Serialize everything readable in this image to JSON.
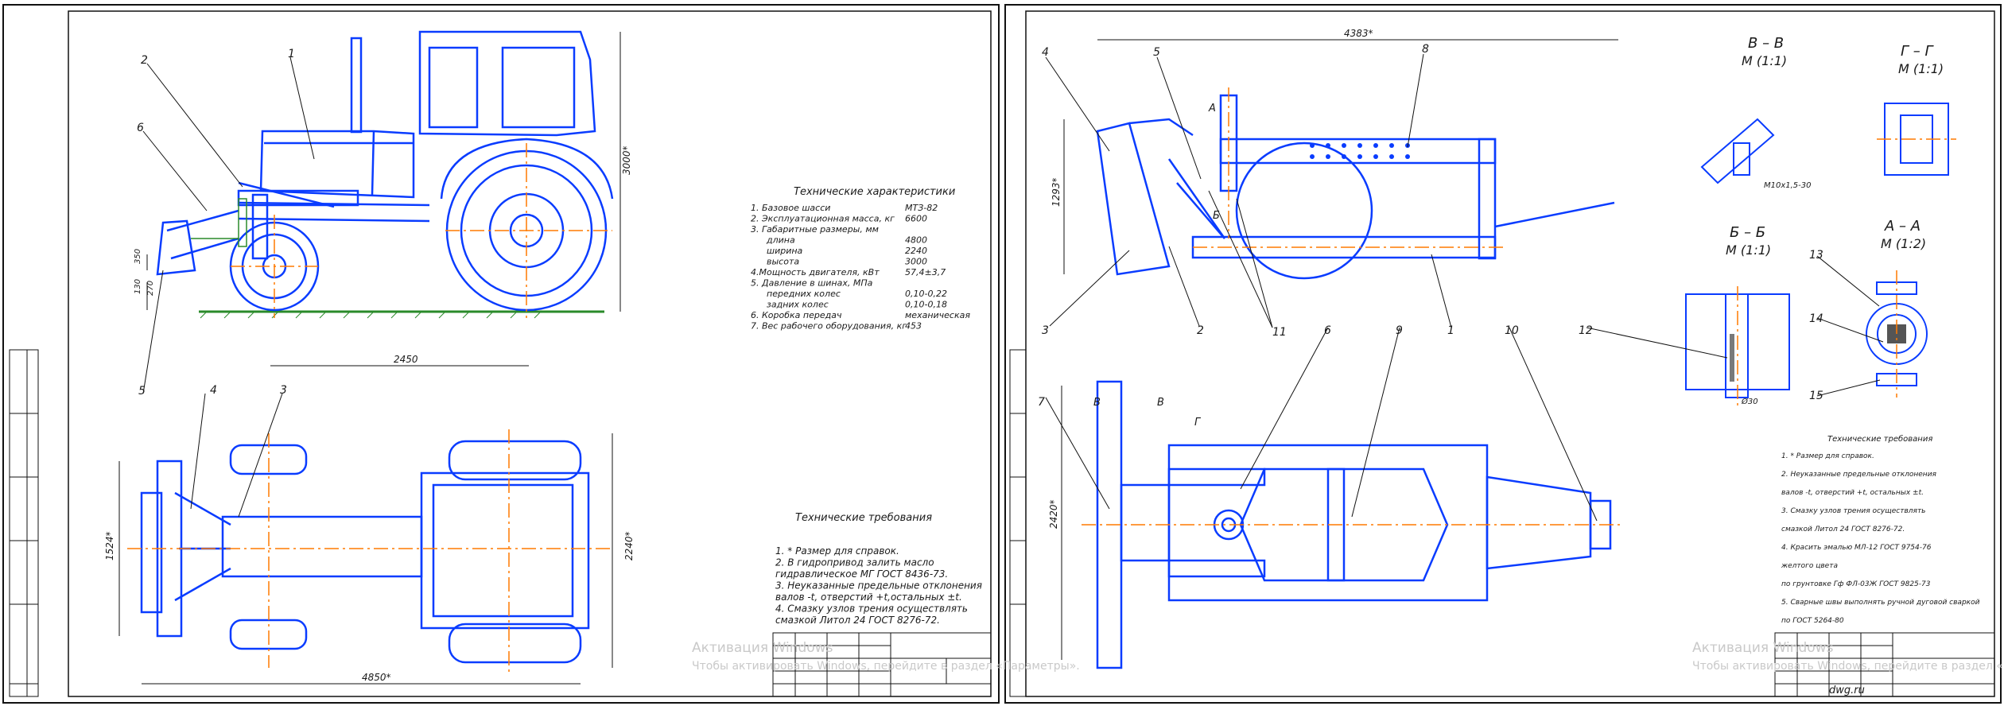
{
  "left_sheet": {
    "callouts": [
      "1",
      "2",
      "3",
      "4",
      "5",
      "6"
    ],
    "dims": {
      "length": "4850*",
      "height": "3000*",
      "wheelbase": "2450",
      "width_a": "1524*",
      "width_b": "2240*",
      "d1": "350",
      "d2": "130",
      "d3": "270"
    },
    "tech_char_title": "Технические характеристики",
    "tech_char": [
      {
        "label": "1. Базовое шасси",
        "value": "МТЗ-82"
      },
      {
        "label": "2. Эксплуатационная масса, кг",
        "value": "6600"
      },
      {
        "label": "3. Габаритные размеры, мм",
        "value": ""
      },
      {
        "label": "длина",
        "value": "4800"
      },
      {
        "label": "ширина",
        "value": "2240"
      },
      {
        "label": "высота",
        "value": "3000"
      },
      {
        "label": "4.Мощность двигателя, кВт",
        "value": "57,4±3,7"
      },
      {
        "label": "5. Давление в шинах, МПа",
        "value": ""
      },
      {
        "label": "передних колес",
        "value": "0,10-0,22"
      },
      {
        "label": "задних колес",
        "value": "0,10-0,18"
      },
      {
        "label": "6. Коробка передач",
        "value": "механическая"
      },
      {
        "label": "7. Вес рабочего оборудования, кг",
        "value": "453"
      }
    ],
    "tech_req_title": "Технические требования",
    "tech_req": [
      "1. * Размер для справок.",
      "2. В гидропривод залить масло",
      "гидравлическое МГ ГОСТ 8436-73.",
      "3. Неуказанные предельные отклонения",
      "валов -t, отверстий +t,остальных ±t.",
      "4. Смазку узлов трения осуществлять",
      "смазкой Литол 24 ГОСТ 8276-72."
    ]
  },
  "right_sheet": {
    "callouts": [
      "1",
      "2",
      "3",
      "4",
      "5",
      "6",
      "7",
      "8",
      "9",
      "10",
      "11",
      "12",
      "13",
      "14",
      "15"
    ],
    "dims": {
      "overall": "4383*",
      "height": "1293*",
      "width": "2420*",
      "bolt": "М10х1,5-30",
      "pin_d": "Ø30"
    },
    "section_labels": [
      {
        "name": "В – В",
        "scale": "М (1:1)"
      },
      {
        "name": "Г – Г",
        "scale": "М (1:1)"
      },
      {
        "name": "Б – Б",
        "scale": "М (1:1)"
      },
      {
        "name": "А – А",
        "scale": "М (1:2)"
      }
    ],
    "view_marks": [
      "А",
      "Б",
      "В",
      "В",
      "Г"
    ],
    "tech_req_title": "Технические требования",
    "tech_req": [
      "1. * Размер для справок.",
      "2. Неуказанные предельные отклонения",
      "валов -t, отверстий +t, остальных ±t.",
      "3. Смазку узлов трения осуществлять",
      "смазкой Литол 24 ГОСТ 8276-72.",
      "4. Красить эмалью МЛ-12 ГОСТ 9754-76",
      "желтого цвета",
      "по грунтовке Гф ФЛ-03Ж ГОСТ 9825-73",
      "5. Сварные швы выполнять ручной дуговой сваркой",
      "по ГОСТ 5264-80"
    ]
  },
  "watermark": {
    "line1": "Активация Windows",
    "line2": "Чтобы активировать Windows, перейдите в раздел «Параметры»."
  },
  "site_mark": "dwg.ru",
  "colors": {
    "part": "#0a3cff",
    "axis": "#ff7a00",
    "line": "#111111"
  }
}
